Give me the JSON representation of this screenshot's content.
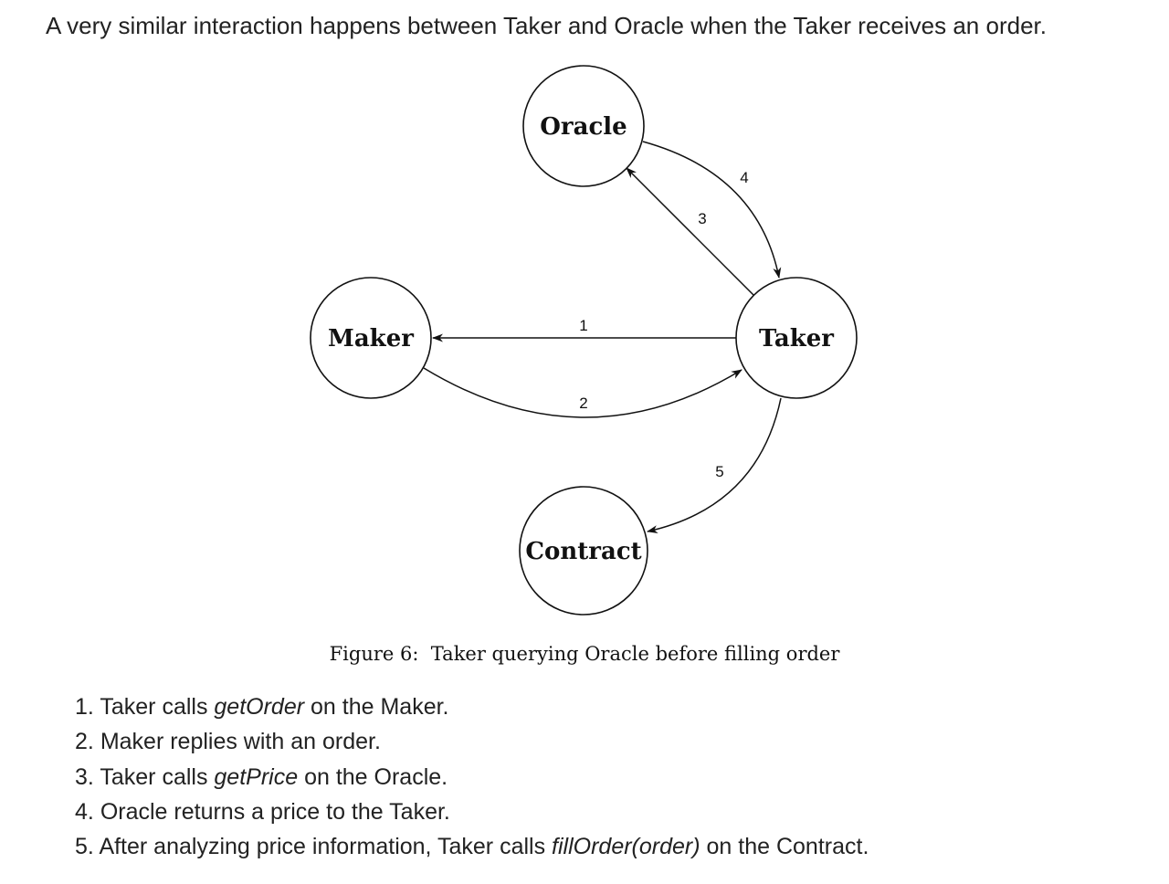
{
  "intro_text": "A very similar interaction happens between Taker and Oracle when the Taker receives an order.",
  "diagram": {
    "nodes": [
      {
        "id": "oracle",
        "label": "Oracle"
      },
      {
        "id": "maker",
        "label": "Maker"
      },
      {
        "id": "taker",
        "label": "Taker"
      },
      {
        "id": "contract",
        "label": "Contract"
      }
    ],
    "edges": [
      {
        "label": "1",
        "from": "Taker",
        "to": "Maker"
      },
      {
        "label": "2",
        "from": "Maker",
        "to": "Taker"
      },
      {
        "label": "3",
        "from": "Taker",
        "to": "Oracle"
      },
      {
        "label": "4",
        "from": "Oracle",
        "to": "Taker"
      },
      {
        "label": "5",
        "from": "Taker",
        "to": "Contract"
      }
    ]
  },
  "caption": {
    "prefix": "Figure 6:",
    "text": "Taker querying Oracle before filling order"
  },
  "steps": [
    {
      "number": "1.",
      "before": "Taker calls ",
      "emphasis": "getOrder",
      "after": " on the Maker."
    },
    {
      "number": "2.",
      "before": "Maker replies with an order.",
      "emphasis": "",
      "after": ""
    },
    {
      "number": "3.",
      "before": "Taker calls ",
      "emphasis": "getPrice",
      "after": " on the Oracle."
    },
    {
      "number": "4.",
      "before": "Oracle returns a price to the Taker.",
      "emphasis": "",
      "after": ""
    },
    {
      "number": "5.",
      "before": "After analyzing price information, Taker calls ",
      "emphasis": "fillOrder(order)",
      "after": " on the Contract."
    }
  ]
}
